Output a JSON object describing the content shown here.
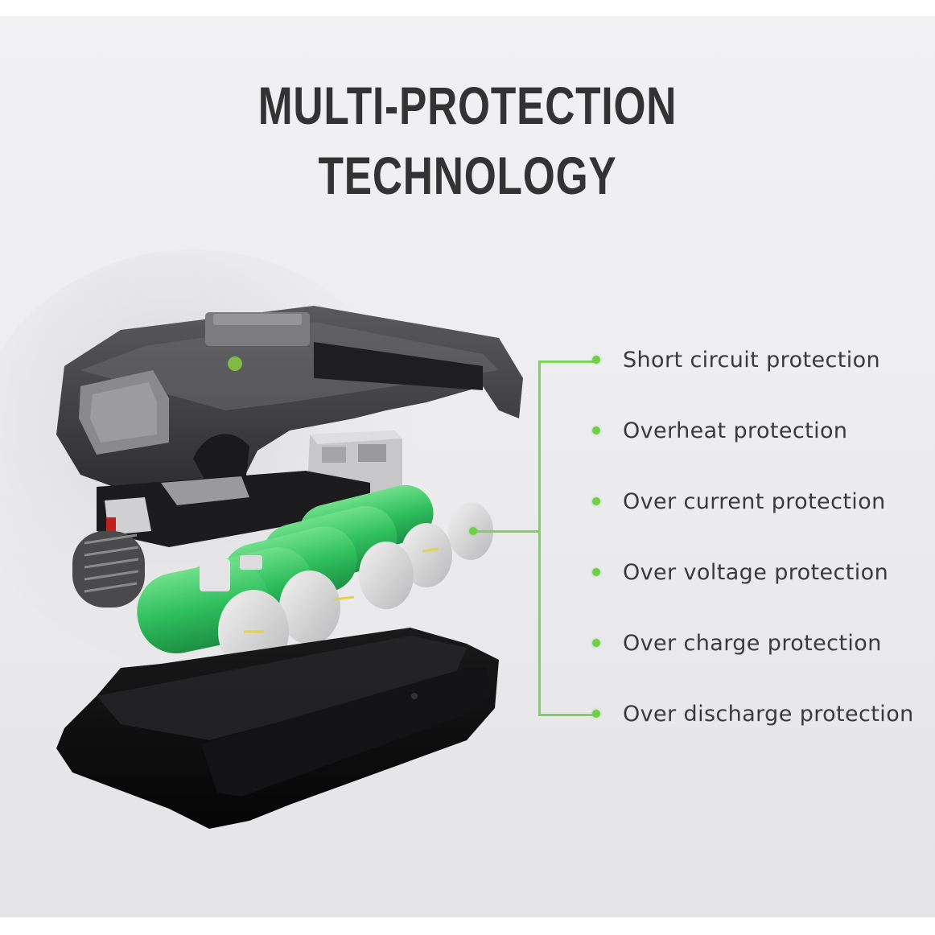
{
  "title": {
    "line1": "MULTI-PROTECTION",
    "line2": "TECHNOLOGY"
  },
  "product": {
    "image_description": "exploded-view lithium battery pack: top housing, green cells with BMS board, bottom housing",
    "accent_color": "#6fcf4a",
    "cell_color": "#2ebd5a"
  },
  "features": [
    {
      "label": "Short circuit protection"
    },
    {
      "label": "Overheat protection"
    },
    {
      "label": "Over current protection"
    },
    {
      "label": "Over voltage protection"
    },
    {
      "label": "Over charge protection"
    },
    {
      "label": "Over discharge protection"
    }
  ],
  "colors": {
    "title": "#333333",
    "text": "#3a3a3a",
    "connector": "#7ed35a",
    "background": "#eeeef0"
  }
}
